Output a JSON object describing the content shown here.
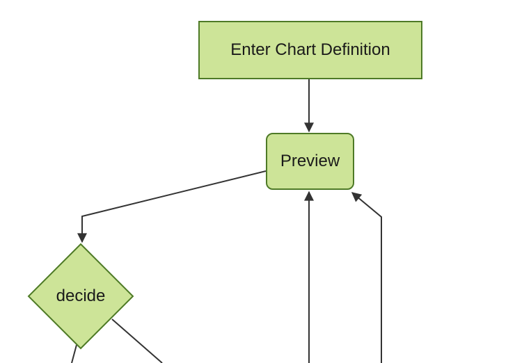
{
  "diagram": {
    "type": "flowchart",
    "direction": "top-down",
    "background_color": "#ffffff",
    "colors": {
      "node_fill": "#cde498",
      "node_border": "#4e7a27",
      "edge": "#333333",
      "label": "#1a1a1a"
    },
    "nodes": [
      {
        "id": "enter-chart-definition",
        "label": "Enter Chart Definition",
        "shape": "rectangle"
      },
      {
        "id": "preview",
        "label": "Preview",
        "shape": "rounded-rectangle"
      },
      {
        "id": "decide",
        "label": "decide",
        "shape": "diamond"
      }
    ],
    "edges": [
      {
        "from": "enter-chart-definition",
        "to": "preview",
        "arrowhead": true,
        "label": ""
      },
      {
        "from": "preview",
        "to": "decide",
        "arrowhead": true,
        "label": ""
      },
      {
        "from": "decide",
        "to": "offscreen-bottom-left",
        "arrowhead": false,
        "label": ""
      },
      {
        "from": "decide",
        "to": "offscreen-bottom-right",
        "arrowhead": false,
        "label": ""
      },
      {
        "from": "offscreen-bottom-center",
        "to": "preview",
        "arrowhead": true,
        "label": ""
      },
      {
        "from": "offscreen-bottom-right",
        "to": "preview",
        "arrowhead": true,
        "label": ""
      }
    ]
  }
}
